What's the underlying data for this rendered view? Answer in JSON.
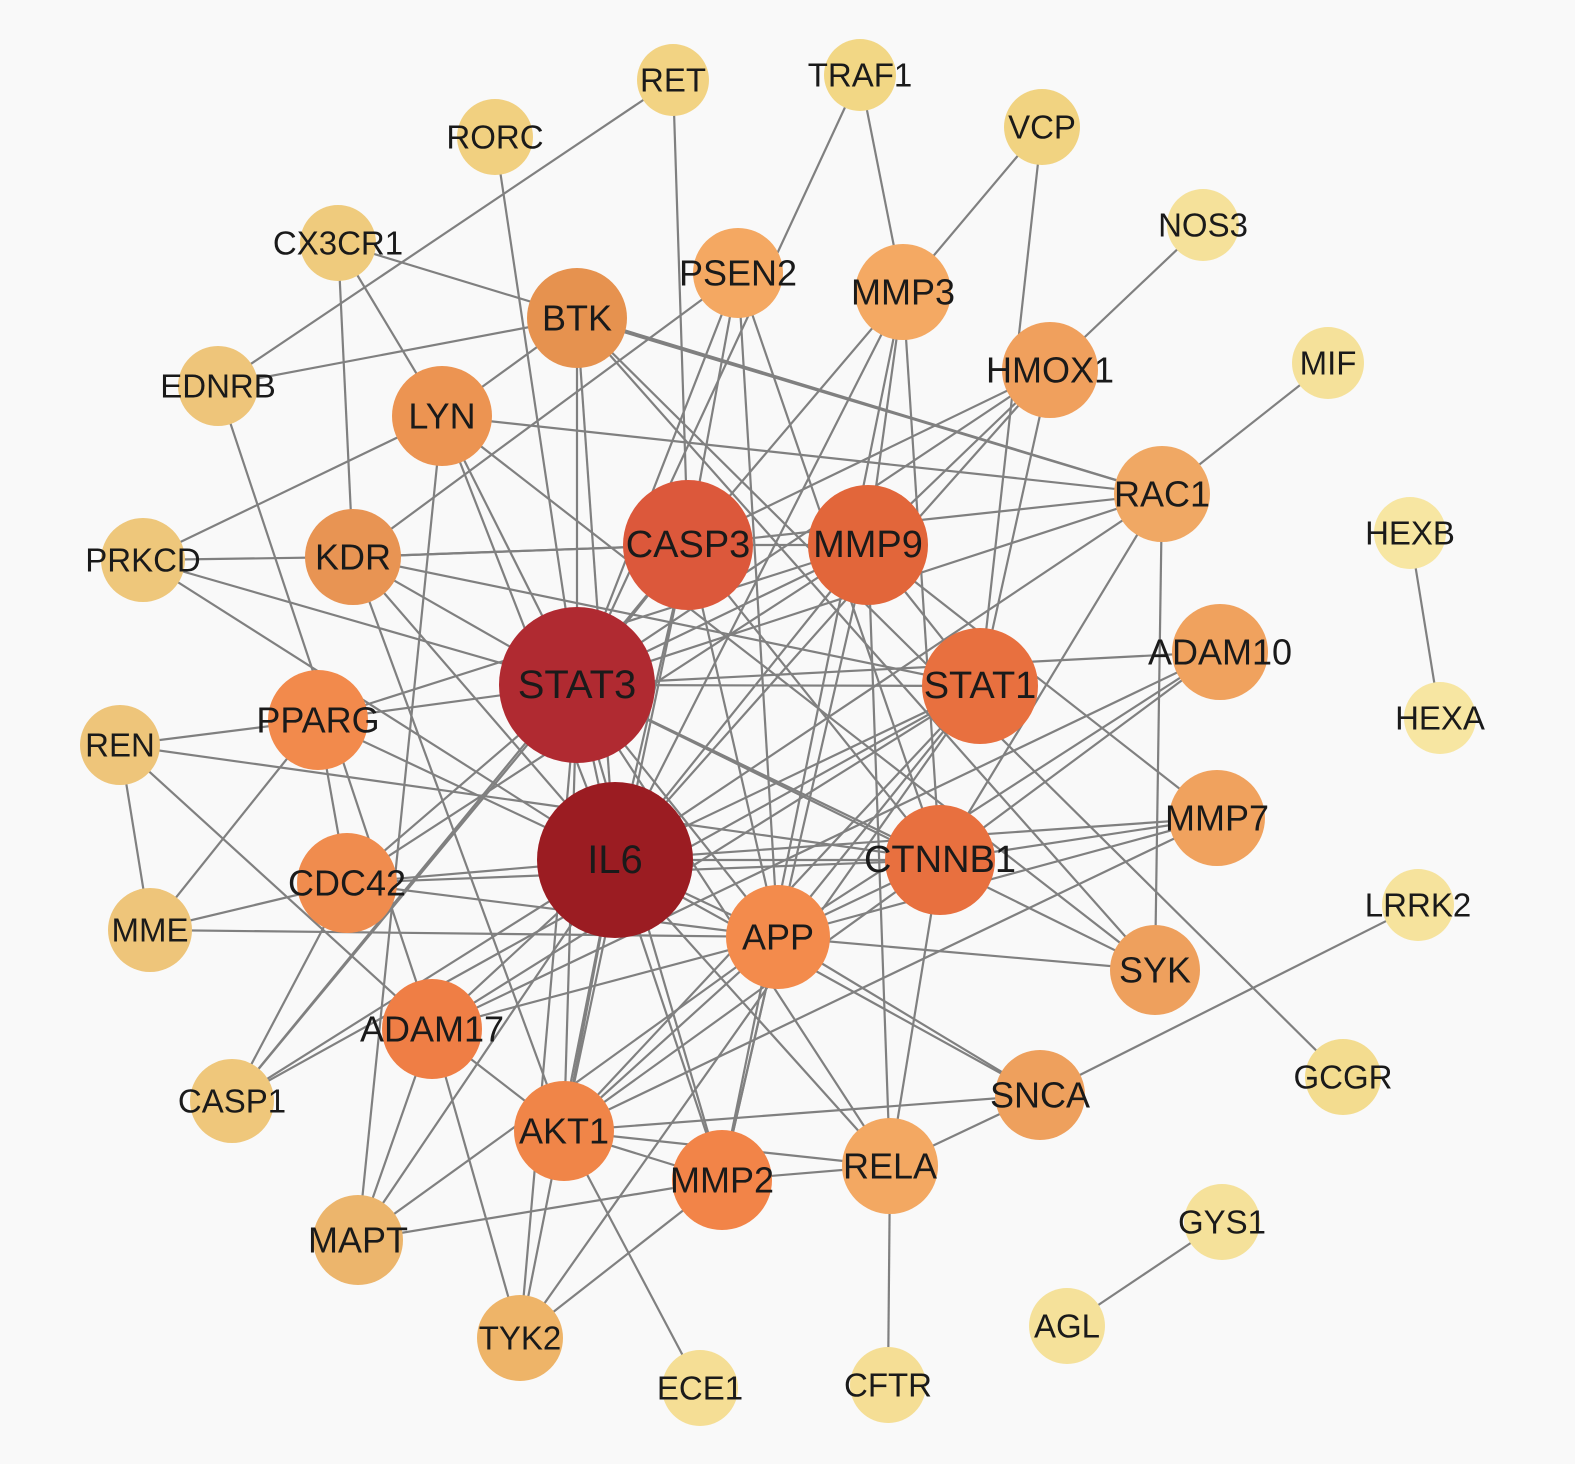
{
  "nodes": [
    {
      "id": "RET",
      "color": "#f2d383"
    },
    {
      "id": "TRAF1",
      "color": "#f2d785"
    },
    {
      "id": "VCP",
      "color": "#f1d381"
    },
    {
      "id": "RORC",
      "color": "#f1d080"
    },
    {
      "id": "NOS3",
      "color": "#f5e19a"
    },
    {
      "id": "CX3CR1",
      "color": "#efcb7d"
    },
    {
      "id": "PSEN2",
      "color": "#f4a862"
    },
    {
      "id": "MMP3",
      "color": "#f4a963"
    },
    {
      "id": "BTK",
      "color": "#e6924f"
    },
    {
      "id": "MIF",
      "color": "#f5e19a"
    },
    {
      "id": "EDNRB",
      "color": "#eec57a"
    },
    {
      "id": "HMOX1",
      "color": "#f0a05d"
    },
    {
      "id": "LYN",
      "color": "#ec9452"
    },
    {
      "id": "RAC1",
      "color": "#f0a864"
    },
    {
      "id": "HEXB",
      "color": "#f7e6a2"
    },
    {
      "id": "CASP3",
      "color": "#dc583b"
    },
    {
      "id": "MMP9",
      "color": "#e2663a"
    },
    {
      "id": "PRKCD",
      "color": "#eec77b"
    },
    {
      "id": "KDR",
      "color": "#e89453"
    },
    {
      "id": "ADAM10",
      "color": "#f0a25e"
    },
    {
      "id": "STAT3",
      "color": "#b02a31"
    },
    {
      "id": "STAT1",
      "color": "#e8703f"
    },
    {
      "id": "HEXA",
      "color": "#f7e6a2"
    },
    {
      "id": "PPARG",
      "color": "#f28a4c"
    },
    {
      "id": "REN",
      "color": "#eec57a"
    },
    {
      "id": "MMP7",
      "color": "#f0a25e"
    },
    {
      "id": "IL6",
      "color": "#9b1c22"
    },
    {
      "id": "CTNNB1",
      "color": "#e8703f"
    },
    {
      "id": "CDC42",
      "color": "#f08c4e"
    },
    {
      "id": "LRRK2",
      "color": "#f6e39d"
    },
    {
      "id": "MME",
      "color": "#eec57a"
    },
    {
      "id": "APP",
      "color": "#f38b4c"
    },
    {
      "id": "SYK",
      "color": "#eea05d"
    },
    {
      "id": "ADAM17",
      "color": "#ef7e45"
    },
    {
      "id": "GCGR",
      "color": "#f3dc8f"
    },
    {
      "id": "CASP1",
      "color": "#efc77b"
    },
    {
      "id": "SNCA",
      "color": "#eea05d"
    },
    {
      "id": "AKT1",
      "color": "#f08548"
    },
    {
      "id": "MMP2",
      "color": "#f28448"
    },
    {
      "id": "RELA",
      "color": "#f3a862"
    },
    {
      "id": "GYS1",
      "color": "#f5e19a"
    },
    {
      "id": "MAPT",
      "color": "#ecb56c"
    },
    {
      "id": "TYK2",
      "color": "#eeb468"
    },
    {
      "id": "AGL",
      "color": "#f5e19a"
    },
    {
      "id": "ECE1",
      "color": "#f5de95"
    },
    {
      "id": "CFTR",
      "color": "#f5de95"
    }
  ],
  "edges": [
    [
      "RET",
      "EDNRB"
    ],
    [
      "RET",
      "CASP3"
    ],
    [
      "TRAF1",
      "MMP3"
    ],
    [
      "TRAF1",
      "STAT3"
    ],
    [
      "VCP",
      "MMP3"
    ],
    [
      "VCP",
      "STAT1"
    ],
    [
      "NOS3",
      "HMOX1"
    ],
    [
      "MIF",
      "RAC1"
    ],
    [
      "HEXB",
      "HEXA"
    ],
    [
      "GYS1",
      "AGL"
    ],
    [
      "LRRK2",
      "SNCA"
    ],
    [
      "GCGR",
      "BTK"
    ],
    [
      "RORC",
      "STAT3"
    ],
    [
      "CX3CR1",
      "LYN"
    ],
    [
      "CX3CR1",
      "KDR"
    ],
    [
      "CX3CR1",
      "RAC1"
    ],
    [
      "EDNRB",
      "BTK"
    ],
    [
      "EDNRB",
      "ADAM17"
    ],
    [
      "PRKCD",
      "LYN"
    ],
    [
      "PRKCD",
      "KDR"
    ],
    [
      "PRKCD",
      "STAT3"
    ],
    [
      "PRKCD",
      "IL6"
    ],
    [
      "REN",
      "PPARG"
    ],
    [
      "REN",
      "MME"
    ],
    [
      "REN",
      "ADAM17"
    ],
    [
      "REN",
      "CTNNB1"
    ],
    [
      "MME",
      "PPARG"
    ],
    [
      "MME",
      "CDC42"
    ],
    [
      "MME",
      "APP"
    ],
    [
      "CASP1",
      "CASP3"
    ],
    [
      "CASP1",
      "STAT3"
    ],
    [
      "CASP1",
      "IL6"
    ],
    [
      "CASP1",
      "STAT1"
    ],
    [
      "MAPT",
      "APP"
    ],
    [
      "MAPT",
      "MMP2"
    ],
    [
      "MAPT",
      "LYN"
    ],
    [
      "MAPT",
      "IL6"
    ],
    [
      "ECE1",
      "AKT1"
    ],
    [
      "CFTR",
      "RELA"
    ],
    [
      "TYK2",
      "STAT3"
    ],
    [
      "TYK2",
      "IL6"
    ],
    [
      "TYK2",
      "STAT1"
    ],
    [
      "TYK2",
      "MMP2"
    ],
    [
      "TYK2",
      "ADAM17"
    ],
    [
      "BTK",
      "LYN"
    ],
    [
      "BTK",
      "STAT3"
    ],
    [
      "BTK",
      "IL6"
    ],
    [
      "BTK",
      "SYK"
    ],
    [
      "BTK",
      "RAC1"
    ],
    [
      "PSEN2",
      "APP"
    ],
    [
      "PSEN2",
      "CASP3"
    ],
    [
      "PSEN2",
      "STAT3"
    ],
    [
      "PSEN2",
      "CTNNB1"
    ],
    [
      "PSEN2",
      "KDR"
    ],
    [
      "MMP3",
      "MMP9"
    ],
    [
      "MMP3",
      "IL6"
    ],
    [
      "MMP3",
      "CASP3"
    ],
    [
      "MMP3",
      "MMP2"
    ],
    [
      "MMP3",
      "CTNNB1"
    ],
    [
      "HMOX1",
      "STAT3"
    ],
    [
      "HMOX1",
      "IL6"
    ],
    [
      "HMOX1",
      "CASP3"
    ],
    [
      "HMOX1",
      "MMP9"
    ],
    [
      "HMOX1",
      "STAT1"
    ],
    [
      "LYN",
      "STAT3"
    ],
    [
      "LYN",
      "SYK"
    ],
    [
      "LYN",
      "RAC1"
    ],
    [
      "LYN",
      "IL6"
    ],
    [
      "RAC1",
      "CASP3"
    ],
    [
      "RAC1",
      "IL6"
    ],
    [
      "RAC1",
      "CTNNB1"
    ],
    [
      "RAC1",
      "SYK"
    ],
    [
      "RAC1",
      "STAT3"
    ],
    [
      "CASP3",
      "MMP9"
    ],
    [
      "CASP3",
      "STAT3"
    ],
    [
      "CASP3",
      "IL6"
    ],
    [
      "CASP3",
      "AKT1"
    ],
    [
      "CASP3",
      "APP"
    ],
    [
      "CASP3",
      "KDR"
    ],
    [
      "CASP3",
      "CTNNB1"
    ],
    [
      "MMP9",
      "STAT3"
    ],
    [
      "MMP9",
      "IL6"
    ],
    [
      "MMP9",
      "STAT1"
    ],
    [
      "MMP9",
      "MMP2"
    ],
    [
      "MMP9",
      "MMP7"
    ],
    [
      "MMP9",
      "CDC42"
    ],
    [
      "MMP9",
      "RELA"
    ],
    [
      "KDR",
      "STAT3"
    ],
    [
      "KDR",
      "IL6"
    ],
    [
      "KDR",
      "STAT1"
    ],
    [
      "KDR",
      "AKT1"
    ],
    [
      "KDR",
      "CASP3"
    ],
    [
      "ADAM10",
      "APP"
    ],
    [
      "ADAM10",
      "STAT3"
    ],
    [
      "ADAM10",
      "ADAM17"
    ],
    [
      "ADAM10",
      "CTNNB1"
    ],
    [
      "STAT3",
      "STAT1"
    ],
    [
      "STAT3",
      "IL6"
    ],
    [
      "STAT3",
      "AKT1"
    ],
    [
      "STAT3",
      "CTNNB1"
    ],
    [
      "STAT3",
      "PPARG"
    ],
    [
      "STAT3",
      "MMP2"
    ],
    [
      "STAT3",
      "APP"
    ],
    [
      "STAT3",
      "SYK"
    ],
    [
      "STAT3",
      "RELA"
    ],
    [
      "STAT3",
      "CDC42"
    ],
    [
      "STAT1",
      "IL6"
    ],
    [
      "STAT1",
      "AKT1"
    ],
    [
      "STAT1",
      "APP"
    ],
    [
      "STAT1",
      "ADAM17"
    ],
    [
      "IL6",
      "CTNNB1"
    ],
    [
      "IL6",
      "AKT1"
    ],
    [
      "IL6",
      "MMP2"
    ],
    [
      "IL6",
      "APP"
    ],
    [
      "IL6",
      "RELA"
    ],
    [
      "IL6",
      "PPARG"
    ],
    [
      "IL6",
      "CDC42"
    ],
    [
      "IL6",
      "MMP7"
    ],
    [
      "IL6",
      "SNCA"
    ],
    [
      "IL6",
      "ADAM17"
    ],
    [
      "CTNNB1",
      "AKT1"
    ],
    [
      "CTNNB1",
      "MMP7"
    ],
    [
      "CTNNB1",
      "RELA"
    ],
    [
      "CTNNB1",
      "APP"
    ],
    [
      "CTNNB1",
      "CDC42"
    ],
    [
      "APP",
      "MMP2"
    ],
    [
      "APP",
      "SNCA"
    ],
    [
      "APP",
      "AKT1"
    ],
    [
      "APP",
      "MMP7"
    ],
    [
      "APP",
      "ADAM17"
    ],
    [
      "APP",
      "CDC42"
    ],
    [
      "SNCA",
      "RELA"
    ],
    [
      "SNCA",
      "AKT1"
    ],
    [
      "SYK",
      "APP"
    ],
    [
      "MMP7",
      "AKT1"
    ],
    [
      "MMP2",
      "RELA"
    ],
    [
      "MMP2",
      "AKT1"
    ],
    [
      "AKT1",
      "ADAM17"
    ],
    [
      "PPARG",
      "CDC42"
    ],
    [
      "PPARG",
      "MMP9"
    ],
    [
      "CDC42",
      "CASP1"
    ],
    [
      "ADAM17",
      "MAPT"
    ],
    [
      "RELA",
      "AKT1"
    ]
  ]
}
